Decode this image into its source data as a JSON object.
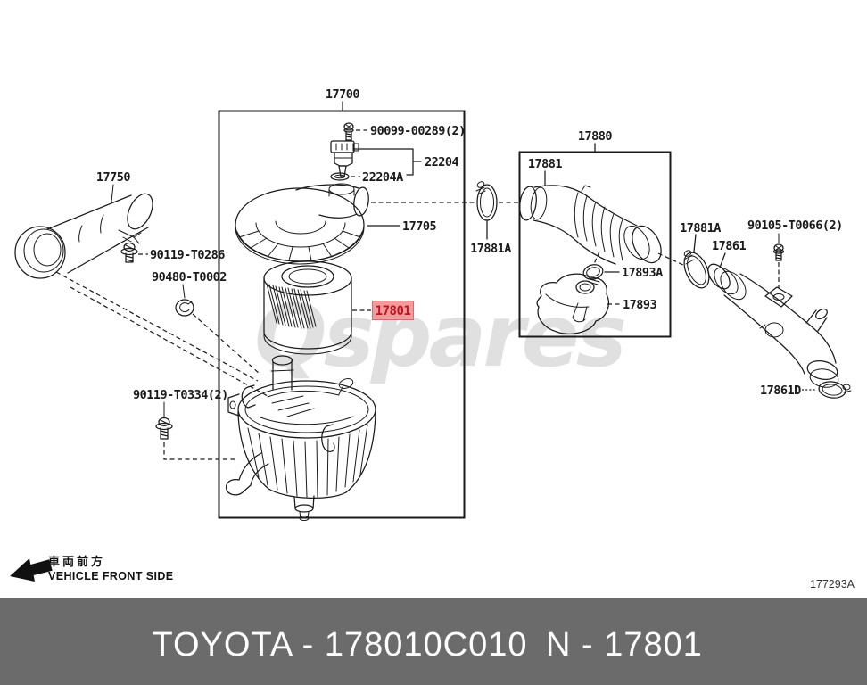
{
  "diagram": {
    "watermark": "Qspares",
    "drawing_ref": "177293A",
    "vehicle_front_jp": "車両前方",
    "vehicle_front_en": "VEHICLE FRONT SIDE",
    "labels": {
      "assembly_17700": "17700",
      "screw_90099": "90099-00289(2)",
      "sensor_22204": "22204",
      "gasket_22204a": "22204A",
      "cap_17705": "17705",
      "element_17801": "17801",
      "inlet_17750": "17750",
      "bolt_90119_t0286": "90119-T0286",
      "grommet_90480": "90480-T0002",
      "bolt_90119_t0334": "90119-T0334(2)",
      "assembly_17880": "17880",
      "hose_17881": "17881",
      "clamp_17881a_hose": "17881A",
      "clamp_17893a": "17893A",
      "resonator_17893": "17893",
      "clamp_17881a_pipe": "17881A",
      "pipe_17861": "17861",
      "bolt_90105": "90105-T0066(2)",
      "clamp_17861d": "17861D"
    },
    "colors": {
      "highlight_bg": "#f19c9c",
      "highlight_border": "#d96a6a",
      "highlight_text": "#bf1522",
      "line": "#1a1a1a",
      "watermark": "#c2c2c2"
    }
  },
  "footer": {
    "brand_part": "TOYOTA - 178010C010",
    "catalog_ref": "N - 17801",
    "bg": "#6b6b6b",
    "text_color": "#ffffff"
  }
}
